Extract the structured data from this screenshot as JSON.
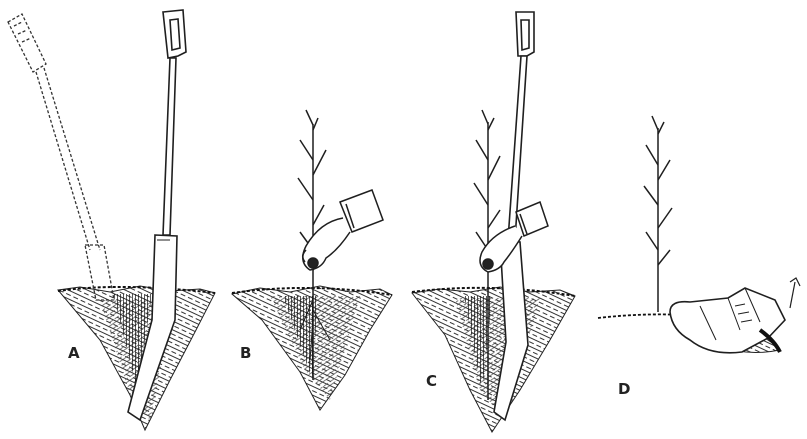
{
  "figure": {
    "panels": [
      {
        "label": "A"
      },
      {
        "label": "B"
      },
      {
        "label": "C"
      },
      {
        "label": "D"
      }
    ],
    "colors": {
      "ink": "#1f1f1f",
      "soil_shadow": "#2a2a2a",
      "paper": "#ffffff"
    }
  }
}
